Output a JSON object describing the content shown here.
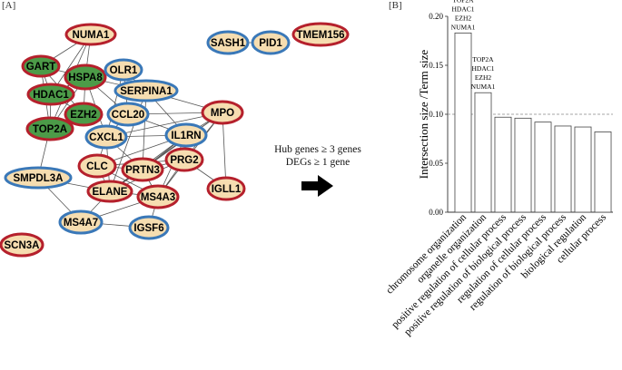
{
  "panels": {
    "a_label": "[A]",
    "b_label": "[B]"
  },
  "arrow_text": {
    "line1": "Hub genes ≥ 3 genes",
    "line2": "DEGs ≥ 1 gene"
  },
  "colors": {
    "red_border": "#b5202c",
    "blue_border": "#3a78b8",
    "green_fill": "#4c9b48",
    "peach_fill": "#f6ddb0",
    "edge": "#555555",
    "bar_edge": "#444444",
    "axis": "#333333"
  },
  "network": {
    "nodes": [
      {
        "id": "NUMA1",
        "fill": "peach",
        "border": "red"
      },
      {
        "id": "GART",
        "fill": "green",
        "border": "red"
      },
      {
        "id": "HSPA8",
        "fill": "green",
        "border": "red"
      },
      {
        "id": "OLR1",
        "fill": "peach",
        "border": "blue"
      },
      {
        "id": "HDAC1",
        "fill": "green",
        "border": "red"
      },
      {
        "id": "SERPINA1",
        "fill": "peach",
        "border": "blue"
      },
      {
        "id": "EZH2",
        "fill": "green",
        "border": "red"
      },
      {
        "id": "CCL20",
        "fill": "peach",
        "border": "blue"
      },
      {
        "id": "TOP2A",
        "fill": "green",
        "border": "red"
      },
      {
        "id": "MPO",
        "fill": "peach",
        "border": "red"
      },
      {
        "id": "CXCL1",
        "fill": "peach",
        "border": "blue"
      },
      {
        "id": "IL1RN",
        "fill": "peach",
        "border": "blue"
      },
      {
        "id": "CLC",
        "fill": "peach",
        "border": "red"
      },
      {
        "id": "PRTN3",
        "fill": "peach",
        "border": "red"
      },
      {
        "id": "PRG2",
        "fill": "peach",
        "border": "red"
      },
      {
        "id": "SMPDL3A",
        "fill": "peach",
        "border": "blue"
      },
      {
        "id": "ELANE",
        "fill": "peach",
        "border": "red"
      },
      {
        "id": "MS4A3",
        "fill": "peach",
        "border": "red"
      },
      {
        "id": "IGLL1",
        "fill": "peach",
        "border": "red"
      },
      {
        "id": "MS4A7",
        "fill": "peach",
        "border": "blue"
      },
      {
        "id": "IGSF6",
        "fill": "peach",
        "border": "blue"
      },
      {
        "id": "SCN3A",
        "fill": "peach",
        "border": "red"
      },
      {
        "id": "SASH1",
        "fill": "peach",
        "border": "blue"
      },
      {
        "id": "PID1",
        "fill": "peach",
        "border": "blue"
      },
      {
        "id": "TMEM156",
        "fill": "peach",
        "border": "red"
      }
    ],
    "edges": [
      [
        "NUMA1",
        "HSPA8"
      ],
      [
        "NUMA1",
        "GART"
      ],
      [
        "NUMA1",
        "TOP2A"
      ],
      [
        "NUMA1",
        "HDAC1"
      ],
      [
        "GART",
        "HSPA8"
      ],
      [
        "GART",
        "HDAC1"
      ],
      [
        "GART",
        "EZH2"
      ],
      [
        "GART",
        "TOP2A"
      ],
      [
        "HSPA8",
        "HDAC1"
      ],
      [
        "HSPA8",
        "EZH2"
      ],
      [
        "HSPA8",
        "TOP2A"
      ],
      [
        "HSPA8",
        "OLR1"
      ],
      [
        "HSPA8",
        "SERPINA1"
      ],
      [
        "HSPA8",
        "CCL20"
      ],
      [
        "HSPA8",
        "CXCL1"
      ],
      [
        "HDAC1",
        "EZH2"
      ],
      [
        "HDAC1",
        "TOP2A"
      ],
      [
        "EZH2",
        "TOP2A"
      ],
      [
        "TOP2A",
        "SMPDL3A"
      ],
      [
        "OLR1",
        "SERPINA1"
      ],
      [
        "OLR1",
        "CCL20"
      ],
      [
        "OLR1",
        "CXCL1"
      ],
      [
        "SERPINA1",
        "MPO"
      ],
      [
        "SERPINA1",
        "ELANE"
      ],
      [
        "SERPINA1",
        "PRTN3"
      ],
      [
        "SERPINA1",
        "IL1RN"
      ],
      [
        "CCL20",
        "CXCL1"
      ],
      [
        "CCL20",
        "IL1RN"
      ],
      [
        "CCL20",
        "MPO"
      ],
      [
        "CXCL1",
        "IL1RN"
      ],
      [
        "CXCL1",
        "MPO"
      ],
      [
        "CXCL1",
        "CLC"
      ],
      [
        "CXCL1",
        "PRTN3"
      ],
      [
        "CXCL1",
        "ELANE"
      ],
      [
        "MPO",
        "IL1RN"
      ],
      [
        "MPO",
        "PRTN3"
      ],
      [
        "MPO",
        "ELANE"
      ],
      [
        "MPO",
        "PRG2"
      ],
      [
        "MPO",
        "MS4A3"
      ],
      [
        "MPO",
        "IGLL1"
      ],
      [
        "IL1RN",
        "PRTN3"
      ],
      [
        "IL1RN",
        "ELANE"
      ],
      [
        "IL1RN",
        "MS4A3"
      ],
      [
        "IL1RN",
        "CLC"
      ],
      [
        "IL1RN",
        "PRG2"
      ],
      [
        "CLC",
        "PRTN3"
      ],
      [
        "CLC",
        "ELANE"
      ],
      [
        "CLC",
        "PRG2"
      ],
      [
        "CLC",
        "MS4A3"
      ],
      [
        "PRTN3",
        "ELANE"
      ],
      [
        "PRTN3",
        "MS4A3"
      ],
      [
        "PRTN3",
        "PRG2"
      ],
      [
        "ELANE",
        "MS4A3"
      ],
      [
        "ELANE",
        "PRG2"
      ],
      [
        "ELANE",
        "SMPDL3A"
      ],
      [
        "ELANE",
        "MS4A7"
      ],
      [
        "PRG2",
        "MS4A3"
      ],
      [
        "PRG2",
        "IGLL1"
      ],
      [
        "MS4A3",
        "MS4A7"
      ],
      [
        "MS4A3",
        "IGSF6"
      ],
      [
        "MS4A7",
        "SMPDL3A"
      ],
      [
        "MS4A7",
        "IGSF6"
      ],
      [
        "SASH1",
        "PID1"
      ]
    ]
  },
  "chart_data": {
    "type": "bar",
    "categories": [
      "chromosome organization",
      "organelle organization",
      "positive regulation of cellular process",
      "positive regulation of biological process",
      "regulation of cellular process",
      "regulation of biological process",
      "biological regulation",
      "cellular process"
    ],
    "values": [
      0.183,
      0.122,
      0.097,
      0.096,
      0.092,
      0.088,
      0.087,
      0.082
    ],
    "ylabel": "Intersection size /Term size",
    "ylim": [
      0,
      0.2
    ],
    "yticks": [
      "0.00",
      "0.05",
      "0.10",
      "0.15",
      "0.20"
    ],
    "reference_line": 0.1,
    "bar_annotations": [
      [
        "TOP2A",
        "HDAC1",
        "EZH2",
        "NUMA1"
      ],
      [
        "TOP2A",
        "HDAC1",
        "EZH2",
        "NUMA1"
      ]
    ],
    "grid": false
  }
}
